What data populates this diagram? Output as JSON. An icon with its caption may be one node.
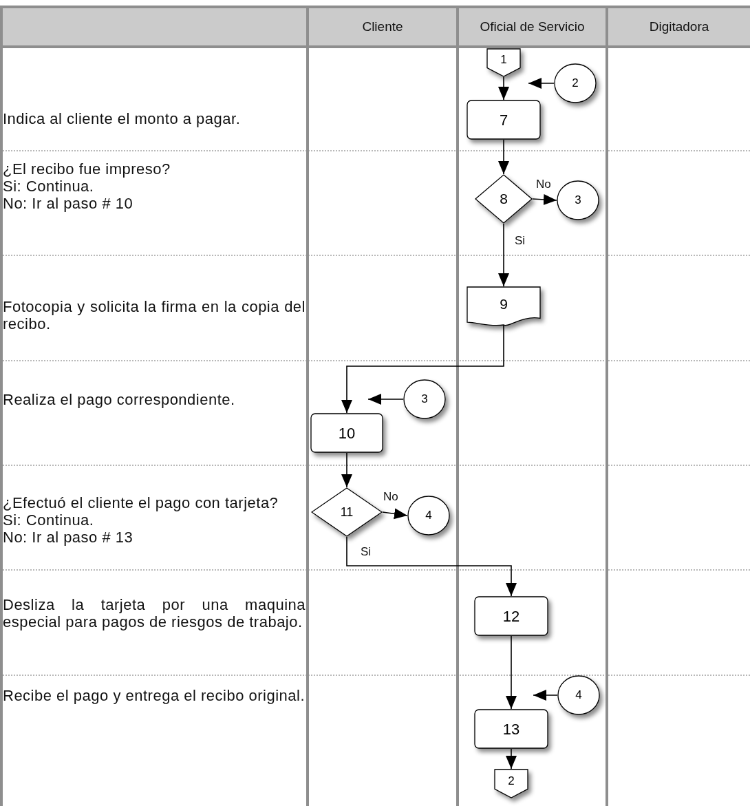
{
  "diagram": {
    "nodes": [
      {
        "text": [
          "1"
        ]
      },
      {
        "text": [
          "2"
        ]
      },
      {
        "text": [
          "7"
        ]
      },
      {
        "text": [
          "8"
        ]
      },
      {
        "text": [
          "3"
        ]
      },
      {
        "text": [
          "9"
        ]
      },
      {
        "text": [
          "3"
        ]
      },
      {
        "text": [
          "10"
        ]
      },
      {
        "text": [
          "11"
        ]
      },
      {
        "text": [
          "4"
        ]
      },
      {
        "text": [
          "12"
        ]
      },
      {
        "text": [
          "4"
        ]
      },
      {
        "text": [
          "13"
        ]
      },
      {
        "text": [
          "2"
        ]
      }
    ],
    "edges": [
      {
        "from": 0,
        "to": 2,
        "arrow": "to"
      },
      {
        "from": 1,
        "to": 0,
        "arrow": "to"
      },
      {
        "from": 2,
        "to": 3,
        "arrow": "to"
      },
      {
        "from": 3,
        "to": 4,
        "arrow": "to",
        "label": "No"
      },
      {
        "from": 3,
        "to": 5,
        "arrow": "to",
        "label": "Si"
      },
      {
        "from": 5,
        "to": 7,
        "arrow": "to"
      },
      {
        "from": 6,
        "to": 7,
        "arrow": "to"
      },
      {
        "from": 7,
        "to": 8,
        "arrow": "to"
      },
      {
        "from": 8,
        "to": 9,
        "arrow": "to",
        "label": "No"
      },
      {
        "from": 8,
        "to": 10,
        "arrow": "to",
        "label": "Si"
      },
      {
        "from": 11,
        "to": 12,
        "arrow": "to"
      },
      {
        "from": 10,
        "to": 12,
        "arrow": "to"
      },
      {
        "from": 12,
        "to": 13,
        "arrow": "to"
      }
    ],
    "labels": [
      "Cliente",
      "Oficial de Servicio",
      "Digitadora",
      "Indica al cliente el monto a pagar.",
      "¿El recibo fue impreso?",
      "Si: Continua.",
      "No: Ir al paso # 10",
      "Fotocopia y solicita la firma en la copia del recibo.",
      "Realiza el pago correspondiente.",
      "¿Efectuó el cliente el pago con tarjeta?",
      "Si: Continua.",
      "No: Ir al paso # 13",
      "Desliza la tarjeta por una maquina especial para pagos de riesgos de trabajo.",
      "Recibe el pago y entrega el recibo original."
    ]
  }
}
